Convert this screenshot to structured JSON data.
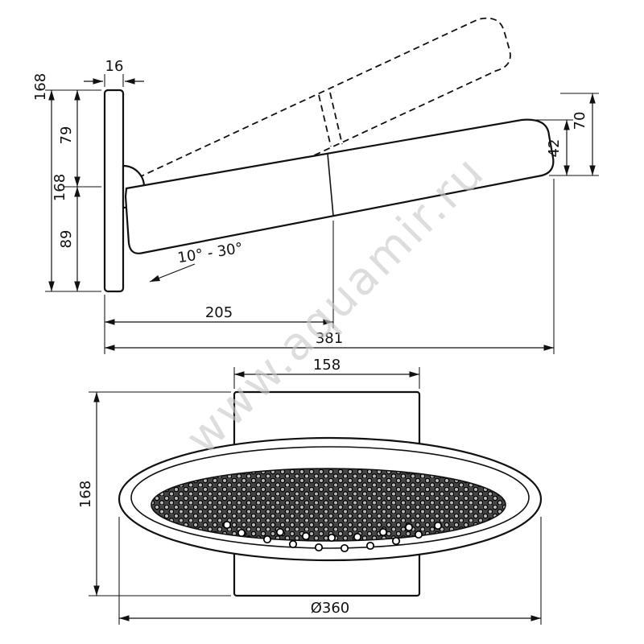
{
  "watermark": {
    "text": "www.aquamir.ru"
  },
  "side_view": {
    "dim_plate_depth": "16",
    "dim_plate_height": "168",
    "dim_top_to_pivot": "79",
    "dim_pivot": "168",
    "dim_pivot_to_bottom": "89",
    "dim_angle_range": "10° - 30°",
    "dim_arm_reach": "205",
    "dim_total_reach": "381",
    "dim_head_drop": "70",
    "dim_head_thickness": "42"
  },
  "front_view": {
    "dim_bracket_width": "158",
    "dim_plate_height": "168",
    "dim_diameter": "Ø360"
  },
  "colors": {
    "line": "#111111",
    "watermark": "#c8c8c8",
    "background": "#ffffff"
  }
}
